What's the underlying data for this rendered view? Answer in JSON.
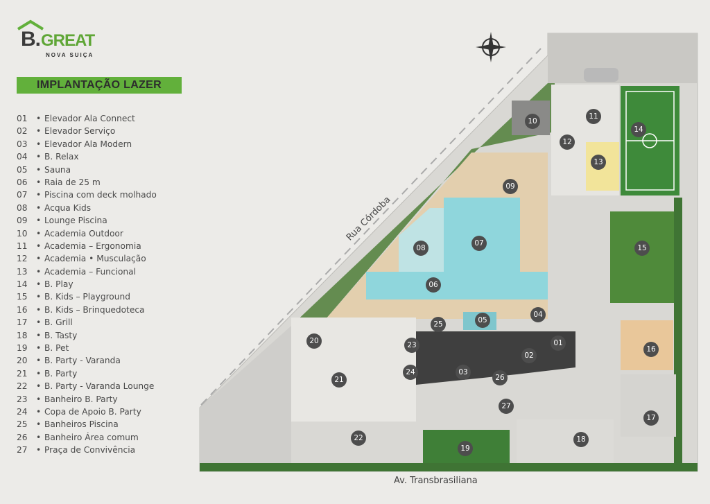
{
  "brand": {
    "logo_b": "B.",
    "logo_main": "GREAT",
    "logo_sub": "NOVA SUIÇA"
  },
  "title": "IMPLANTAÇÃO LAZER",
  "legend": [
    {
      "num": "01",
      "label": "Elevador Ala Connect"
    },
    {
      "num": "02",
      "label": "Elevador Serviço"
    },
    {
      "num": "03",
      "label": "Elevador Ala Modern"
    },
    {
      "num": "04",
      "label": "B. Relax"
    },
    {
      "num": "05",
      "label": "Sauna"
    },
    {
      "num": "06",
      "label": "Raia de 25 m"
    },
    {
      "num": "07",
      "label": "Piscina com deck molhado"
    },
    {
      "num": "08",
      "label": "Acqua Kids"
    },
    {
      "num": "09",
      "label": "Lounge Piscina"
    },
    {
      "num": "10",
      "label": "Academia Outdoor"
    },
    {
      "num": "11",
      "label": "Academia – Ergonomia"
    },
    {
      "num": "12",
      "label": "Academia • Musculação"
    },
    {
      "num": "13",
      "label": "Academia – Funcional"
    },
    {
      "num": "14",
      "label": "B. Play"
    },
    {
      "num": "15",
      "label": "B. Kids – Playground"
    },
    {
      "num": "16",
      "label": "B. Kids – Brinquedoteca"
    },
    {
      "num": "17",
      "label": "B. Grill"
    },
    {
      "num": "18",
      "label": "B. Tasty"
    },
    {
      "num": "19",
      "label": "B. Pet"
    },
    {
      "num": "20",
      "label": "B. Party - Varanda"
    },
    {
      "num": "21",
      "label": "B. Party"
    },
    {
      "num": "22",
      "label": "B. Party - Varanda Lounge"
    },
    {
      "num": "23",
      "label": "Banheiro B. Party"
    },
    {
      "num": "24",
      "label": "Copa de Apoio B. Party"
    },
    {
      "num": "25",
      "label": "Banheiros Piscina"
    },
    {
      "num": "26",
      "label": "Banheiro Área comum"
    },
    {
      "num": "27",
      "label": "Praça de Convivência"
    }
  ],
  "bullet": "•",
  "streets": {
    "cordoba": "Rua Córdoba",
    "transbrasiliana": "Av. Transbrasiliana"
  },
  "colors": {
    "accent": "#62b03b",
    "marker": "#4d4d4d",
    "pool": "#8fd6dc",
    "grass": "#4f8a3a",
    "deck": "#e3cfae"
  }
}
